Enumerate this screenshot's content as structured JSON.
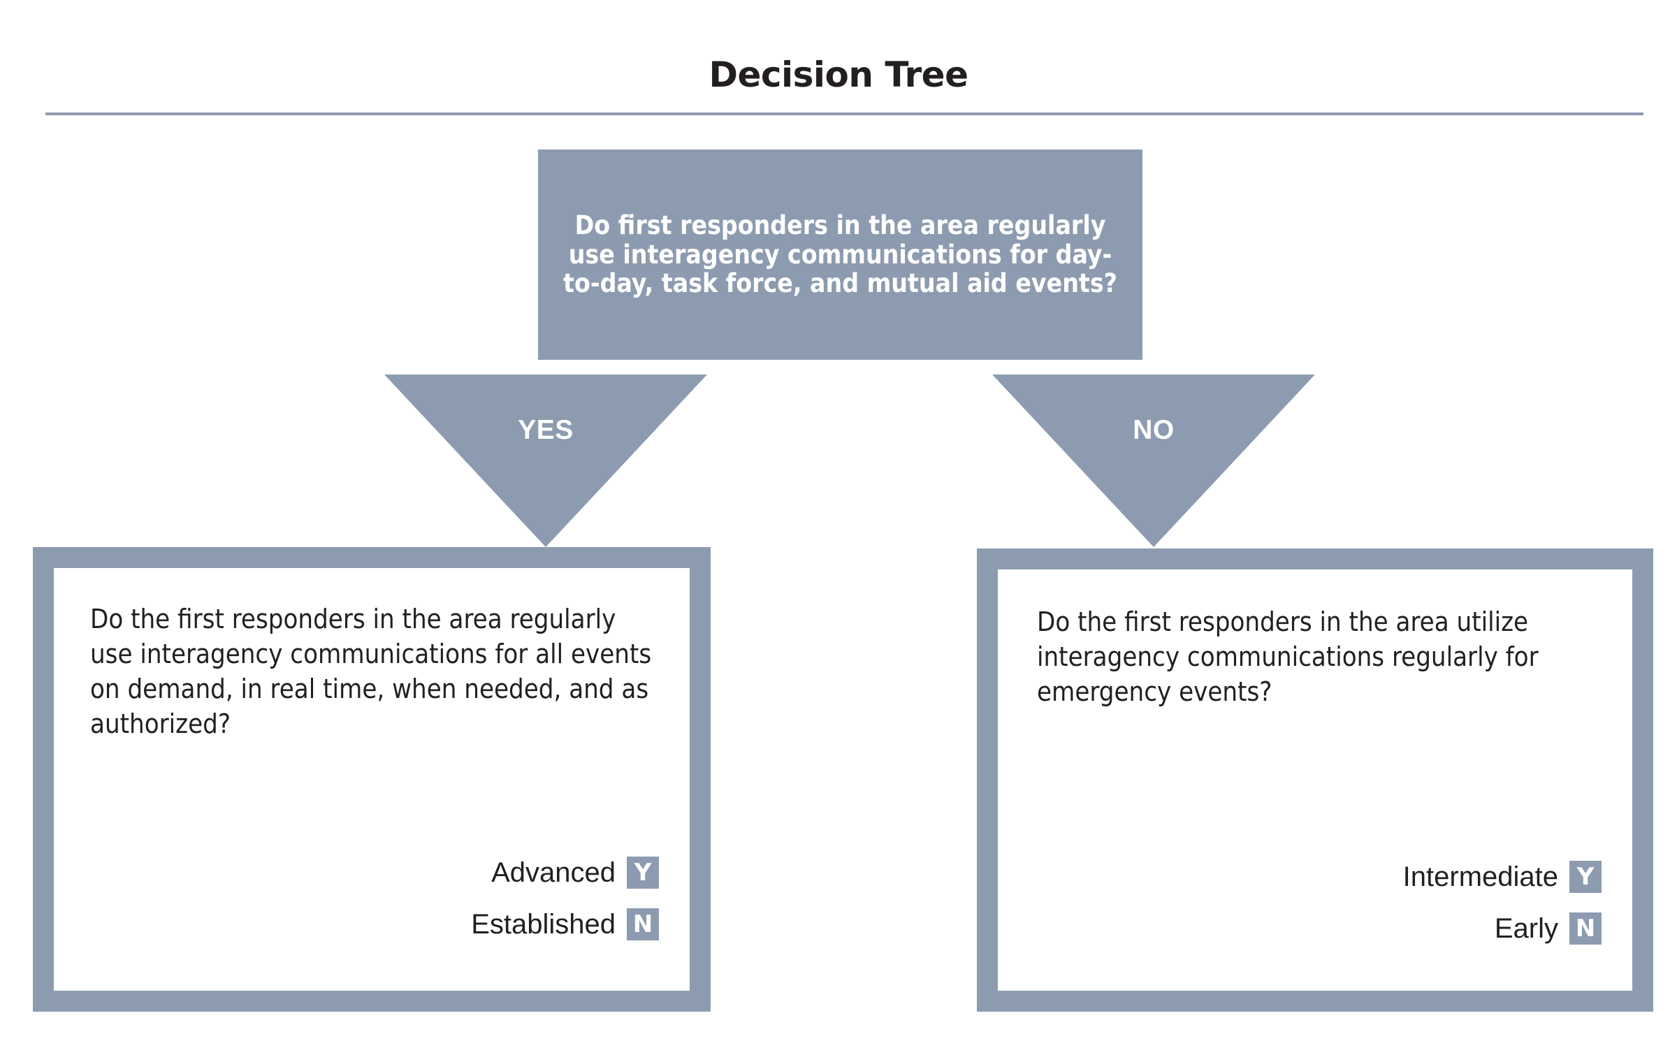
{
  "title": "Decision Tree",
  "colors": {
    "accent": "#8d9bb0",
    "text": "#231f20",
    "background": "#ffffff"
  },
  "root": {
    "question": "Do first responders in the area regularly use interagency communications for day-to-day, task force, and mutual aid events?"
  },
  "branches": [
    {
      "arrow_label": "YES",
      "question": "Do the first responders in the area regularly use interagency communications for all events on demand, in real time, when needed, and as authorized?",
      "results": [
        {
          "label": "Advanced",
          "badge": "Y"
        },
        {
          "label": "Established",
          "badge": "N"
        }
      ]
    },
    {
      "arrow_label": "NO",
      "question": "Do the first responders in the area utilize interagency communications regularly for emergency events?",
      "results": [
        {
          "label": "Intermediate",
          "badge": "Y"
        },
        {
          "label": "Early",
          "badge": "N"
        }
      ]
    }
  ]
}
